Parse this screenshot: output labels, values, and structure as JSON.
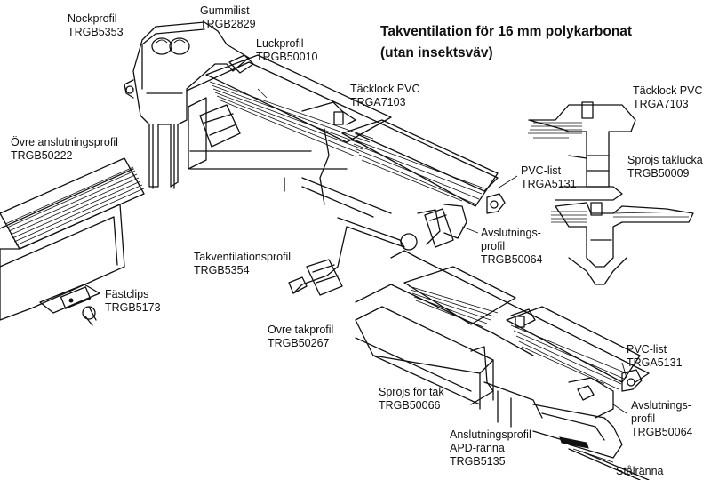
{
  "title": {
    "line1": "Takventilation för 16 mm polykarbonat",
    "line2": "(utan insektsväv)"
  },
  "labels": {
    "nockprofil": {
      "name": "Nockprofil",
      "code": "TRGB5353"
    },
    "gummilist": {
      "name": "Gummilist",
      "code": "TRGB2829"
    },
    "luckprofil": {
      "name": "Luckprofil",
      "code": "TRGB50010"
    },
    "tacklock_top": {
      "name": "Täcklock PVC",
      "code": "TRGA7103"
    },
    "ovre_anslutningsprofil": {
      "name": "Övre anslutningsprofil",
      "code": "TRGB50222"
    },
    "pvc_list_top": {
      "name": "PVC-list",
      "code": "TRGA5131"
    },
    "avslutningsprofil_mid": {
      "name1": "Avslutnings-",
      "name2": "profil",
      "code": "TRGB50064"
    },
    "takventilationsprofil": {
      "name": "Takventilationsprofil",
      "code": "TRGB5354"
    },
    "fastclips": {
      "name": "Fästclips",
      "code": "TRGB5173"
    },
    "ovre_takprofil": {
      "name": "Övre takprofil",
      "code": "TRGB50267"
    },
    "sprojs_for_tak": {
      "name": "Spröjs för tak",
      "code": "TRGB50066"
    },
    "anslutningsprofil": {
      "name1": "Anslutningsprofil",
      "name2": "APD-ränna",
      "code": "TRGB5135"
    },
    "stalranna": {
      "name": "Stålränna"
    },
    "pvc_list_bottom": {
      "name": "PVC-list",
      "code": "TRGA5131"
    },
    "avslutningsprofil_bottom": {
      "name1": "Avslutnings-",
      "name2": "profil",
      "code": "TRGB50064"
    },
    "tacklock_right": {
      "name": "Täcklock PVC",
      "code": "TRGA7103"
    },
    "sprojs_taklucka": {
      "name": "Spröjs taklucka",
      "code": "TRGB50009"
    }
  }
}
